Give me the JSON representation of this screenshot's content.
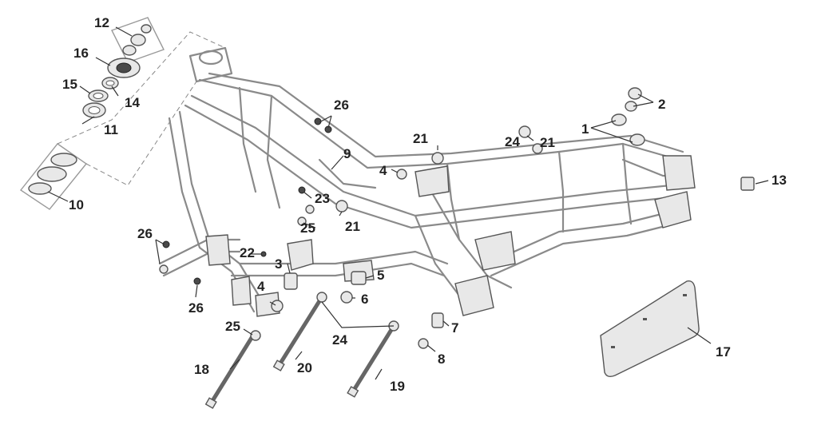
{
  "callouts": {
    "c1": "1",
    "c2": "2",
    "c3": "3",
    "c4a": "4",
    "c4b": "4",
    "c5": "5",
    "c6": "6",
    "c7": "7",
    "c8": "8",
    "c9": "9",
    "c10": "10",
    "c11": "11",
    "c12": "12",
    "c13": "13",
    "c14": "14",
    "c15": "15",
    "c16": "16",
    "c17": "17",
    "c18": "18",
    "c19": "19",
    "c20": "20",
    "c21a": "21",
    "c21b": "21",
    "c21c": "21",
    "c22": "22",
    "c23": "23",
    "c24a": "24",
    "c24b": "24",
    "c25a": "25",
    "c25b": "25",
    "c26a": "26",
    "c26b": "26",
    "c26c": "26"
  }
}
